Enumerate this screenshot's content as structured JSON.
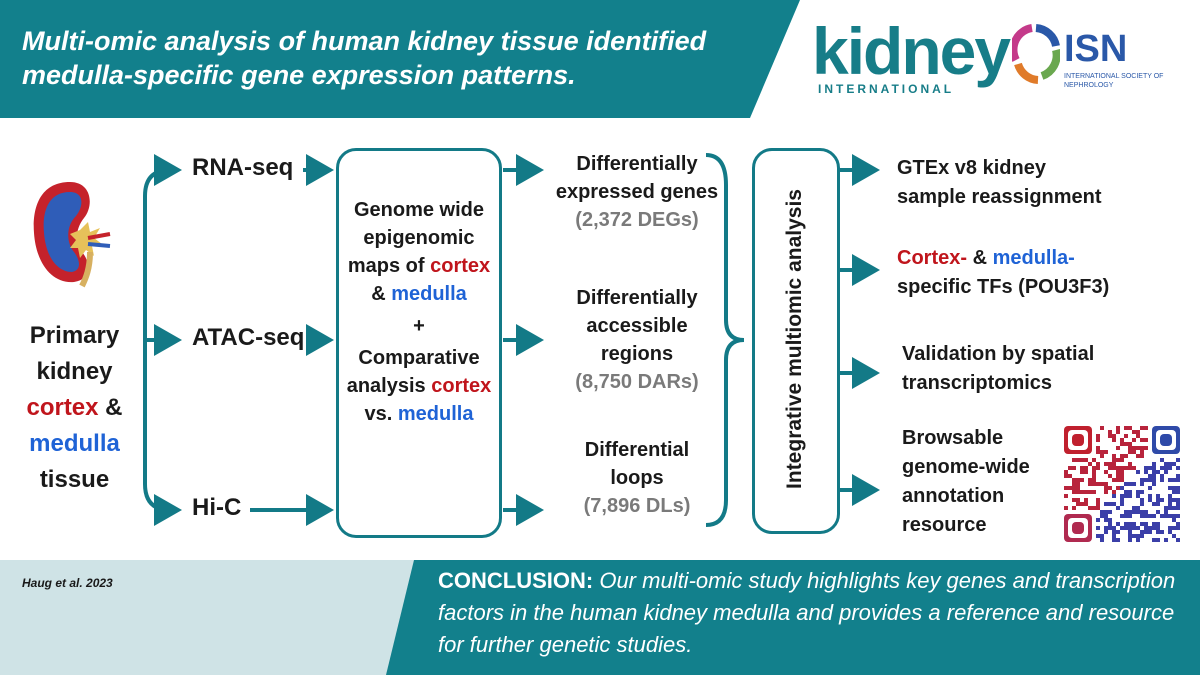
{
  "header": {
    "title": "Multi-omic analysis of human kidney tissue identified medulla-specific gene expression patterns."
  },
  "logos": {
    "journal_word": "kidney",
    "journal_sub": "INTERNATIONAL",
    "society_abbr": "ISN",
    "society_name": "INTERNATIONAL SOCIETY OF NEPHROLOGY"
  },
  "source": {
    "line1": "Primary",
    "line2": "kidney",
    "cortex": "cortex",
    "amp": " &",
    "medulla": "medulla",
    "line5": "tissue"
  },
  "methods": [
    "RNA-seq",
    "ATAC-seq",
    "Hi-C"
  ],
  "center_box": {
    "line1": "Genome wide",
    "line2": "epigenomic",
    "line3_pre": "maps of ",
    "line3_red": "cortex",
    "line4_pre": "& ",
    "line4_blue": "medulla",
    "plus": "+",
    "line5": "Comparative",
    "line6_pre": "analysis ",
    "line6_red": "cortex",
    "line7_pre": "vs. ",
    "line7_blue": "medulla"
  },
  "results": [
    {
      "lines": [
        "Differentially",
        "expressed genes"
      ],
      "count": "(2,372 DEGs)"
    },
    {
      "lines": [
        "Differentially",
        "accessible",
        "regions"
      ],
      "count": "(8,750 DARs)"
    },
    {
      "lines": [
        "Differential",
        "loops"
      ],
      "count": "(7,896 DLs)"
    }
  ],
  "integrative_label": "Integrative multiomic analysis",
  "outcomes": {
    "o1_l1": "GTEx v8 kidney",
    "o1_l2": "sample reassignment",
    "o2_red": "Cortex-",
    "o2_mid": " & ",
    "o2_blue": "medulla-",
    "o2_l2": "specific TFs (POU3F3)",
    "o3_l1": "Validation by spatial",
    "o3_l2": "transcriptomics",
    "o4_l1": "Browsable",
    "o4_l2": "genome-wide",
    "o4_l3": "annotation",
    "o4_l4": "resource"
  },
  "footer": {
    "citation": "Haug et al. 2023",
    "conclusion_label": "CONCLUSION:",
    "conclusion_text": " Our multi-omic study highlights key genes and transcription factors in the human kidney medulla and provides a reference and resource for further genetic studies."
  },
  "colors": {
    "teal": "#137a87",
    "red": "#c0151c",
    "blue": "#1f63d6",
    "grey": "#7a7a7a"
  }
}
